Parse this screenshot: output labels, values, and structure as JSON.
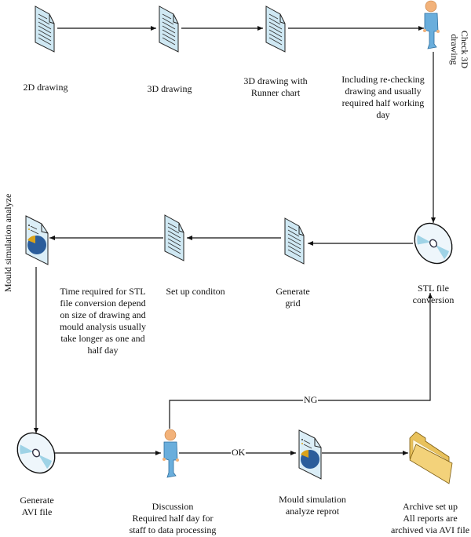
{
  "diagram": {
    "type": "process-flowchart",
    "colors": {
      "line": "#111111",
      "document_fill": "#cfe8f3",
      "person_body": "#6aaedc",
      "person_head": "#f2b27a",
      "disc_fill": "#eef6fb",
      "disc_accent": "#9fd3e6",
      "pie_main": "#2b5d9b",
      "pie_slice": "#d9a21b",
      "folder_fill": "#f3d27a"
    },
    "nodes": [
      {
        "id": "n1",
        "icon": "document-icon",
        "label": [
          "2D drawing"
        ]
      },
      {
        "id": "n2",
        "icon": "document-icon",
        "label": [
          "3D drawing"
        ]
      },
      {
        "id": "n3",
        "icon": "document-icon",
        "label": [
          "3D drawing with",
          "Runner chart"
        ]
      },
      {
        "id": "n4",
        "icon": "person-icon",
        "side_label": [
          "Check 3D",
          "drawing"
        ],
        "label": [
          "Including re-checking",
          "drawing and usually",
          "required half working",
          "day"
        ]
      },
      {
        "id": "n5",
        "icon": "disc-icon",
        "label": [
          "STL file",
          "conversion"
        ]
      },
      {
        "id": "n6",
        "icon": "document-icon",
        "label": [
          "Generate",
          "grid"
        ]
      },
      {
        "id": "n7",
        "icon": "document-icon",
        "label": [
          "Set up conditon"
        ]
      },
      {
        "id": "n8",
        "icon": "report-icon",
        "side_label": [
          "Mould simulation analyze"
        ],
        "label": [
          "Time required for STL",
          "file conversion depend",
          "on size of drawing and",
          "mould analysis usually",
          "take longer as one and",
          "half day"
        ]
      },
      {
        "id": "n9",
        "icon": "disc-icon",
        "label": [
          "Generate",
          "AVI file"
        ]
      },
      {
        "id": "n10",
        "icon": "person-icon",
        "label": [
          "Discussion",
          "Required half day for",
          "staff to data processing"
        ]
      },
      {
        "id": "n11",
        "icon": "report-icon",
        "label": [
          "Mould simulation",
          "analyze reprot"
        ]
      },
      {
        "id": "n12",
        "icon": "folder-icon",
        "label": [
          "Archive set up",
          "All reports are",
          "archived via AVI file"
        ]
      }
    ],
    "edges": [
      {
        "from": "n1",
        "to": "n2",
        "label": ""
      },
      {
        "from": "n2",
        "to": "n3",
        "label": ""
      },
      {
        "from": "n3",
        "to": "n4",
        "label": ""
      },
      {
        "from": "n4",
        "to": "n5",
        "label": ""
      },
      {
        "from": "n5",
        "to": "n6",
        "label": ""
      },
      {
        "from": "n6",
        "to": "n7",
        "label": ""
      },
      {
        "from": "n7",
        "to": "n8",
        "label": ""
      },
      {
        "from": "n8",
        "to": "n9",
        "label": ""
      },
      {
        "from": "n9",
        "to": "n10",
        "label": ""
      },
      {
        "from": "n10",
        "to": "n11",
        "label": "OK"
      },
      {
        "from": "n11",
        "to": "n12",
        "label": ""
      },
      {
        "from": "n10",
        "to": "n5",
        "label": "NG"
      }
    ]
  }
}
